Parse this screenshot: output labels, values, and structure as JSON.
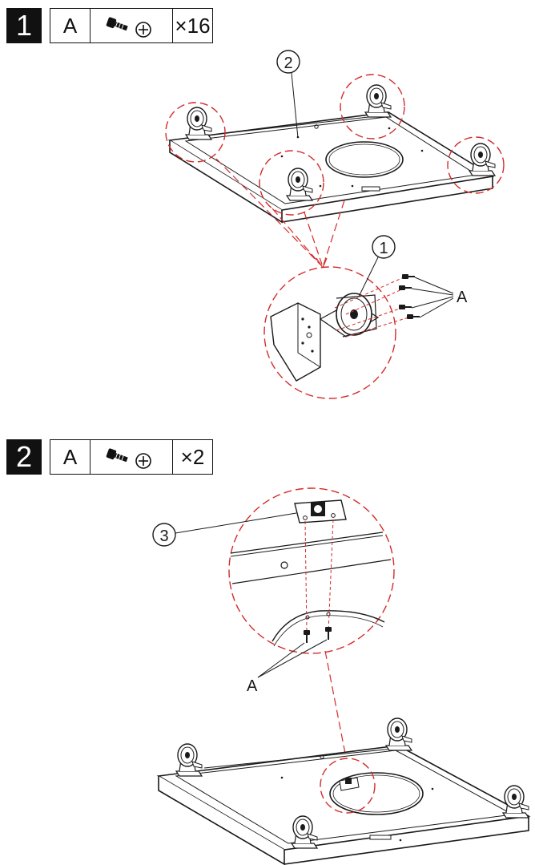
{
  "steps": [
    {
      "number": "1",
      "part_letter": "A",
      "icon": "screw-with-phillips-head-icon",
      "quantity": "×16",
      "callouts": [
        "1",
        "2"
      ],
      "screw_label": "A"
    },
    {
      "number": "2",
      "part_letter": "A",
      "icon": "screw-with-phillips-head-icon",
      "quantity": "×2",
      "callouts": [
        "3"
      ],
      "screw_label": "A"
    }
  ],
  "colors": {
    "line": "#1a1a1a",
    "detail_circle": "#d42a2a",
    "step_badge_bg": "#111111",
    "step_badge_text": "#ffffff"
  }
}
